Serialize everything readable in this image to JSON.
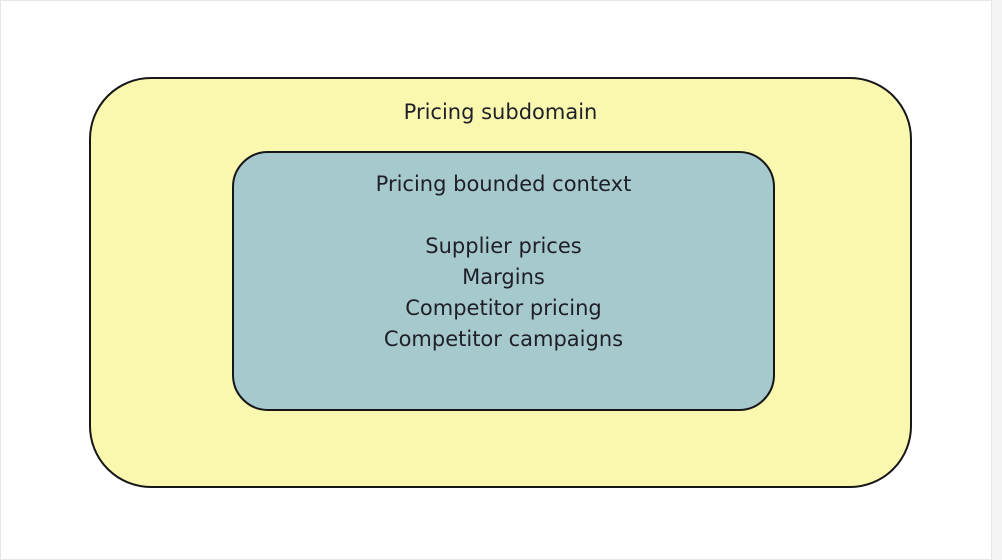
{
  "diagram": {
    "background_color": "#ffffff",
    "border_color": "#17171a",
    "text_color": "#1f1f28",
    "subdomain": {
      "title": "Pricing subdomain",
      "fill_color": "#faf8af",
      "bounded_context": {
        "title": "Pricing bounded context",
        "fill_color": "#a5c9cc",
        "concepts": [
          {
            "label": "Supplier prices"
          },
          {
            "label": "Margins"
          },
          {
            "label": "Competitor pricing"
          },
          {
            "label": "Competitor campaigns"
          }
        ]
      }
    }
  }
}
